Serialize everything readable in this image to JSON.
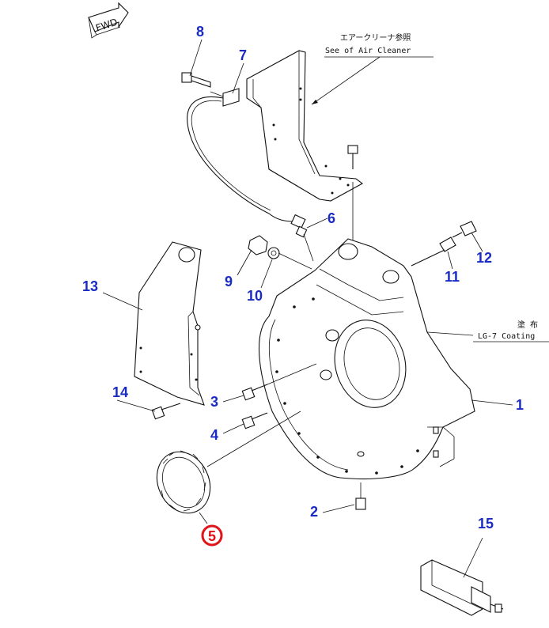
{
  "colors": {
    "callout": "#1a2bc4",
    "highlight": "#e0131a",
    "line": "#111111"
  },
  "fwd_label": "FWD",
  "notes": {
    "air_cleaner_jp": "エアークリーナ参照",
    "air_cleaner_en": "See of Air Cleaner",
    "coating_jp": "塗 布",
    "coating_en": "LG-7 Coating"
  },
  "callouts": [
    {
      "id": "1",
      "label": "1"
    },
    {
      "id": "2",
      "label": "2"
    },
    {
      "id": "3",
      "label": "3"
    },
    {
      "id": "4",
      "label": "4"
    },
    {
      "id": "5",
      "label": "5"
    },
    {
      "id": "6",
      "label": "6"
    },
    {
      "id": "7",
      "label": "7"
    },
    {
      "id": "8",
      "label": "8"
    },
    {
      "id": "9",
      "label": "9"
    },
    {
      "id": "10",
      "label": "10"
    },
    {
      "id": "11",
      "label": "11"
    },
    {
      "id": "12",
      "label": "12"
    },
    {
      "id": "13",
      "label": "13"
    },
    {
      "id": "14",
      "label": "14"
    },
    {
      "id": "15",
      "label": "15"
    }
  ],
  "highlighted_callout": "5"
}
